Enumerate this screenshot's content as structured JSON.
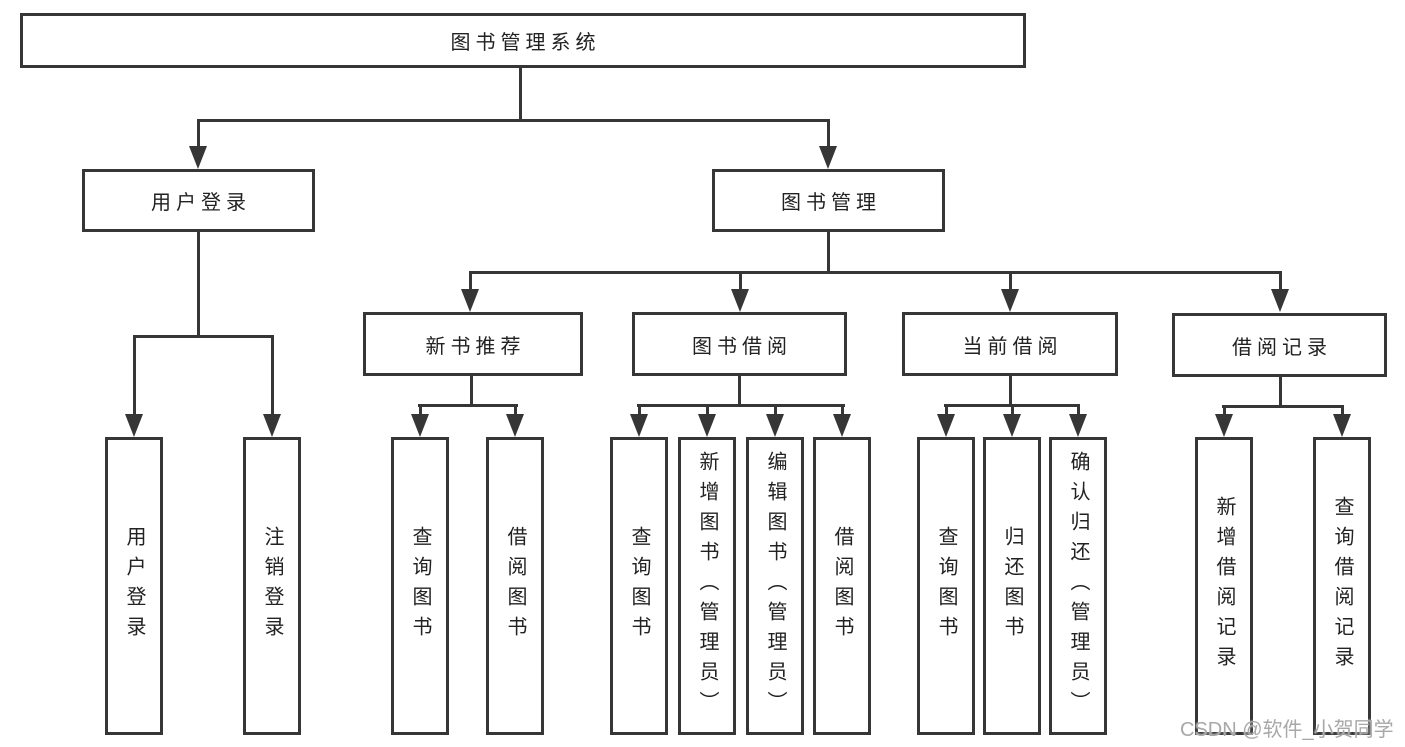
{
  "tree": {
    "label": "图书管理系统",
    "children": [
      {
        "label": "用户登录",
        "children": [
          {
            "label": "用户登录"
          },
          {
            "label": "注销登录"
          }
        ]
      },
      {
        "label": "图书管理",
        "children": [
          {
            "label": "新书推荐",
            "children": [
              {
                "label": "查询图书"
              },
              {
                "label": "借阅图书"
              }
            ]
          },
          {
            "label": "图书借阅",
            "children": [
              {
                "label": "查询图书"
              },
              {
                "label": "新增图书（管理员）"
              },
              {
                "label": "编辑图书（管理员）"
              },
              {
                "label": "借阅图书"
              }
            ]
          },
          {
            "label": "当前借阅",
            "children": [
              {
                "label": "查询图书"
              },
              {
                "label": "归还图书"
              },
              {
                "label": "确认归还（管理员）"
              }
            ]
          },
          {
            "label": "借阅记录",
            "children": [
              {
                "label": "新增借阅记录"
              },
              {
                "label": "查询借阅记录"
              }
            ]
          }
        ]
      }
    ]
  },
  "watermark": "CSDN @软件_小贺同学",
  "colors": {
    "line": "#363636",
    "text": "#222222",
    "background": "#ffffff",
    "watermark": "#a8a8a8"
  }
}
